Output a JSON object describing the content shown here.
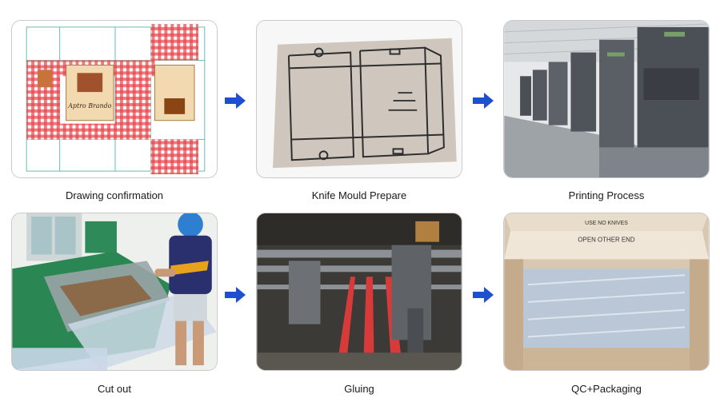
{
  "steps": [
    {
      "label": "Drawing confirmation"
    },
    {
      "label": "Knife Mould Prepare"
    },
    {
      "label": "Printing Process"
    },
    {
      "label": "Cut out"
    },
    {
      "label": "Gluing"
    },
    {
      "label": "QC+Packaging"
    }
  ],
  "arrow_color": "#1f4fd1",
  "box_print_text": "Aptro Brando",
  "carton_text": [
    "USE NO KNIVES",
    "OPEN OTHER END"
  ]
}
